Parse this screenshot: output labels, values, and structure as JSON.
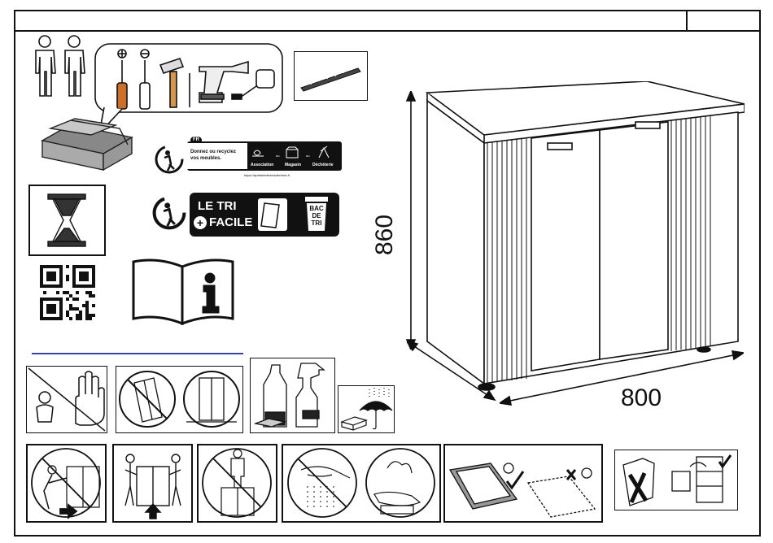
{
  "recycling": {
    "badge": "FR",
    "line1": "Donnez ou recyclez",
    "line2": "vos meubles.",
    "option1": "Association",
    "option2": "Magasin",
    "option3": "Déchèterie",
    "or": "ou",
    "url": "https://quefairedemesdechets.fr"
  },
  "triman": {
    "line1": "LE TRI",
    "line2": "FACILE",
    "bin": [
      "BAC",
      "DE",
      "TRI"
    ]
  },
  "dimensions": {
    "height": "860",
    "width": "800"
  }
}
